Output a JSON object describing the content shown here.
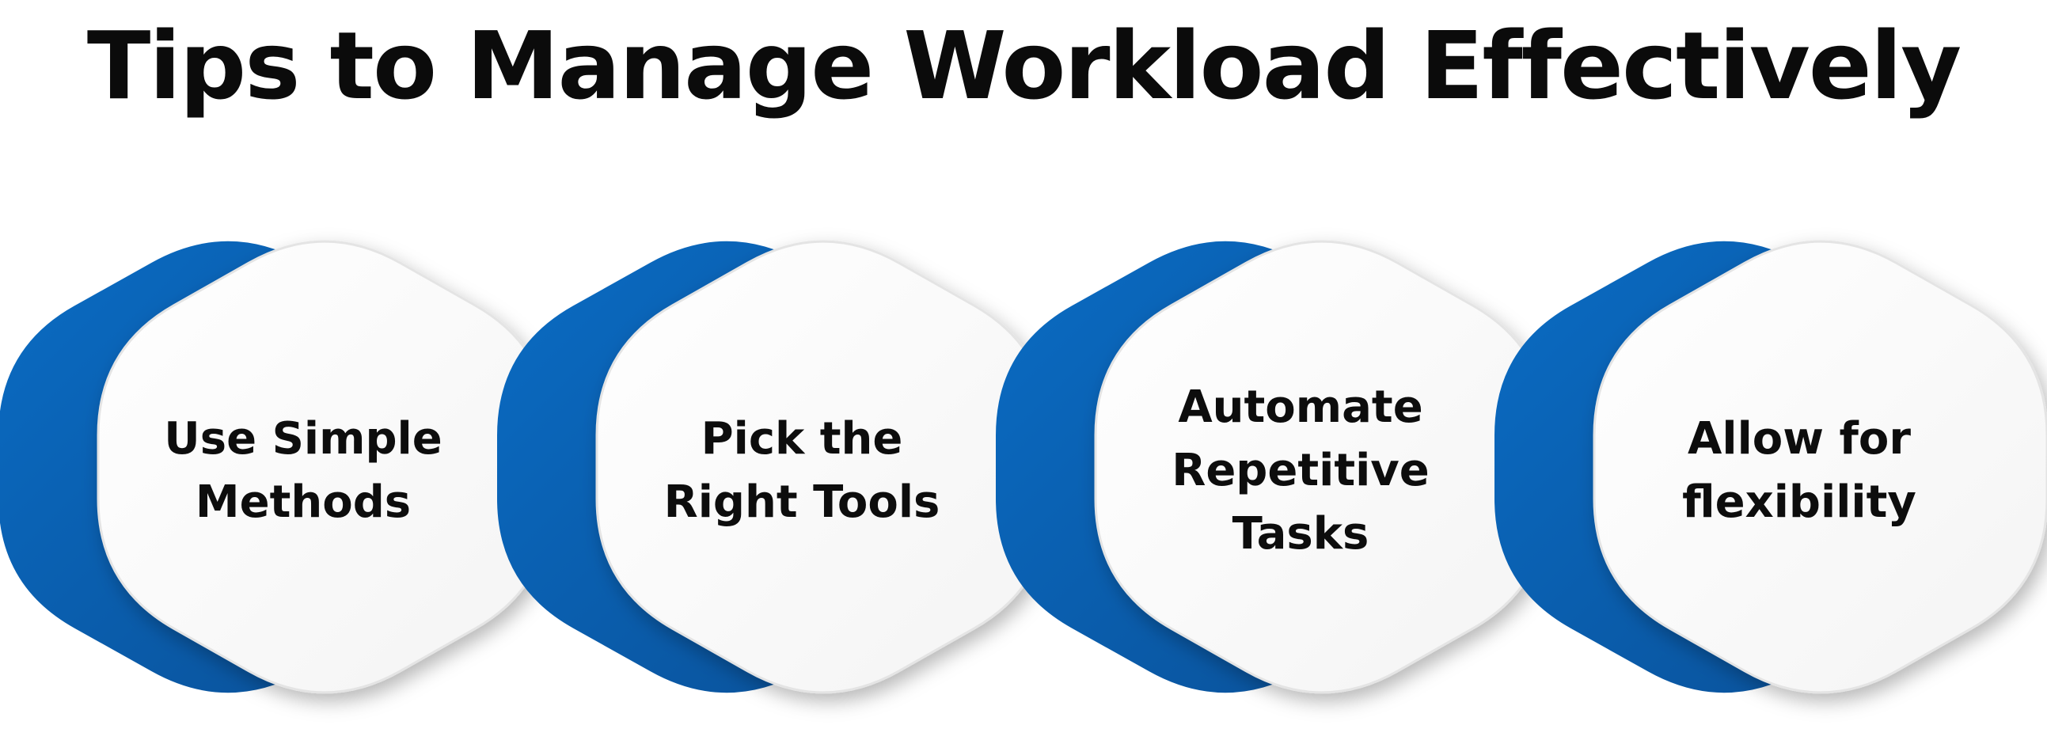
{
  "title": "Tips to Manage Workload Effectively",
  "colors": {
    "accent": "#0a63b8",
    "accent_dark": "#0a4f96",
    "card": "#ffffff",
    "text": "#0d0d0d"
  },
  "tips": [
    {
      "lines": [
        "Use Simple",
        "Methods"
      ]
    },
    {
      "lines": [
        "Pick the",
        "Right Tools"
      ]
    },
    {
      "lines": [
        "Automate",
        "Repetitive",
        "Tasks"
      ]
    },
    {
      "lines": [
        "Allow for",
        "flexibility"
      ]
    }
  ]
}
